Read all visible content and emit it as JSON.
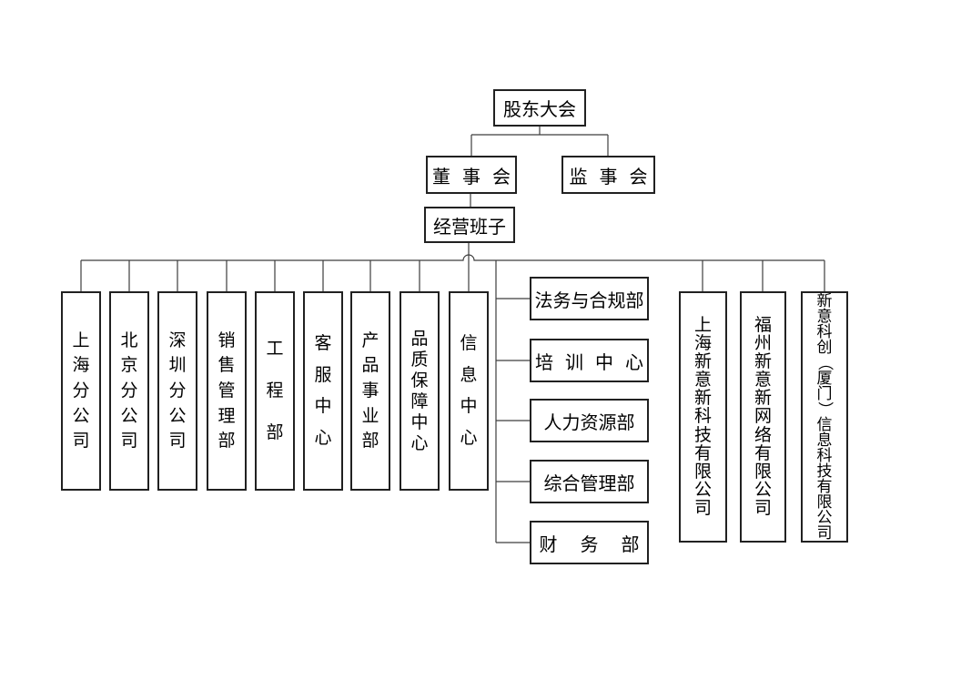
{
  "nodes": {
    "shareholders": "股东大会",
    "board": "董 事 会",
    "supervisory": "监 事 会",
    "management": "经营班子"
  },
  "departments": [
    "上海分公司",
    "北京分公司",
    "深圳分公司",
    "销售管理部",
    "工程部",
    "客服中心",
    "产品事业部",
    "品质保障中心",
    "信息中心"
  ],
  "functions": [
    "法务与合规部",
    "培 训 中 心",
    "人力资源部",
    "综合管理部",
    "财 务 部"
  ],
  "subsidiaries": [
    "上海新意新科技有限公司",
    "福州新意新网络有限公司",
    "新意科创（厦门）信息科技有限公司"
  ],
  "colors": {
    "line": "#3d3d3d",
    "box_border": "#212121",
    "background": "#ffffff",
    "text": "#000000"
  }
}
